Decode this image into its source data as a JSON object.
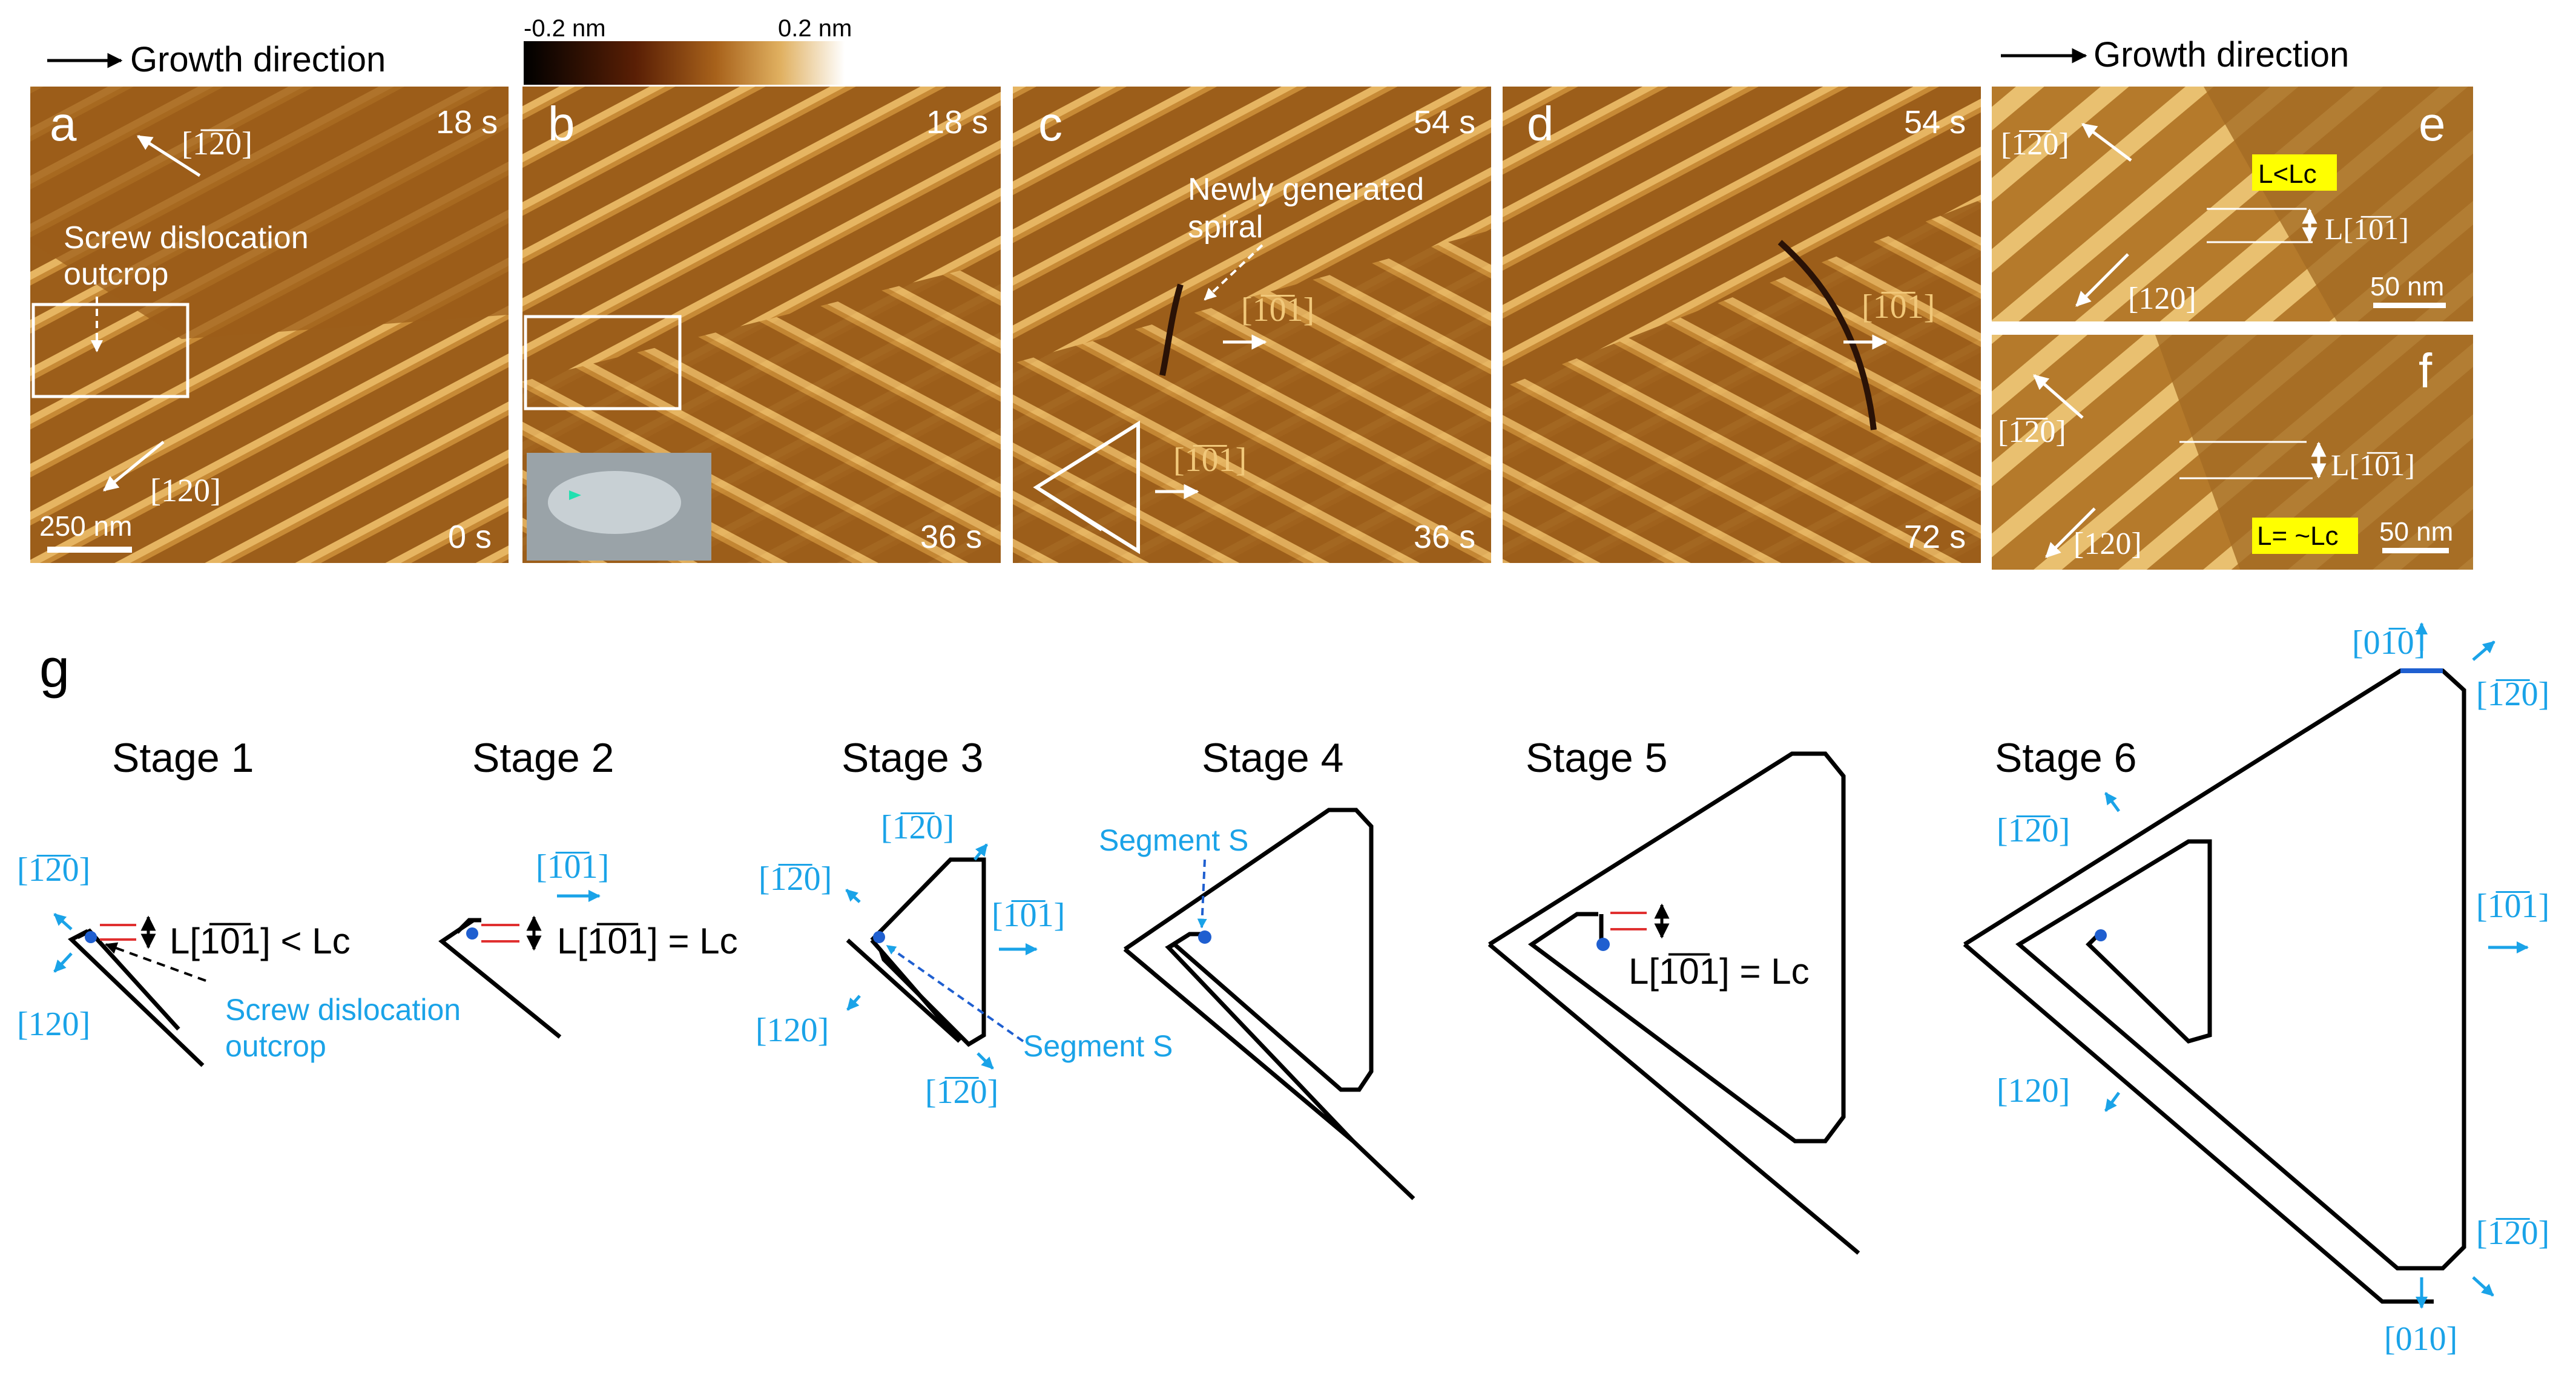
{
  "top": {
    "growth_direction_left": "Growth direction",
    "growth_direction_right": "Growth direction",
    "colorbar_min": "-0.2 nm",
    "colorbar_max": "0.2 nm"
  },
  "panels": {
    "a": {
      "letter": "a",
      "time_top": "18 s",
      "time_bottom": "0 s",
      "dir_top": "[1̅2̅0]",
      "dir_bottom": "[120]",
      "callout": [
        "Screw dislocation",
        "outcrop"
      ],
      "scalebar": "250 nm"
    },
    "b": {
      "letter": "b",
      "time_top": "18 s",
      "time_bottom": "36 s"
    },
    "c": {
      "letter": "c",
      "time_top": "54 s",
      "time_bottom": "36 s",
      "callout": [
        "Newly generated",
        "spiral"
      ],
      "dir_upper": "[1̅0̅1]",
      "dir_lower": "[1̅0̅1]"
    },
    "d": {
      "letter": "d",
      "time_top": "54 s",
      "time_bottom": "72 s",
      "dir": "[1̅0̅1]"
    },
    "e": {
      "letter": "e",
      "tag": "L<Lc",
      "dir_top": "[1̅2̅0]",
      "dir_bottom": "[120]",
      "length_label": "L[1̅0̅1]",
      "scalebar": "50 nm"
    },
    "f": {
      "letter": "f",
      "tag": "L= ~Lc",
      "dir_top": "[1̅2̅0]",
      "dir_bottom": "[120]",
      "length_label": "L[1̅0̅1]",
      "scalebar": "50 nm"
    }
  },
  "schematic": {
    "letter": "g",
    "stages": [
      "Stage 1",
      "Stage 2",
      "Stage 3",
      "Stage 4",
      "Stage 5",
      "Stage 6"
    ],
    "stage1": {
      "dir_top": "[1̅2̅0]",
      "dir_bottom": "[120]",
      "length": "L[1̅0̅1] < Lc",
      "callout": [
        "Screw dislocation",
        "outcrop"
      ]
    },
    "stage2": {
      "dir": "[1̅0̅1]",
      "length": "L[1̅0̅1] = Lc"
    },
    "stage3": {
      "dir_upper": "[1̅2̅0]",
      "dir_left_top": "[1̅2̅0]",
      "dir_right": "[1̅0̅1]",
      "dir_left_bottom": "[120]",
      "dir_bottom": "[1̅2̅0]",
      "segment": "Segment S"
    },
    "stage4": {
      "segment": "Segment S"
    },
    "stage5": {
      "length": "L[1̅0̅1] = Lc"
    },
    "stage6": {
      "dir_top": "[01̅0]",
      "dir_top_right": "[1̅2̅0]",
      "dir_left_top": "[1̅2̅0]",
      "dir_right": "[1̅0̅1]",
      "dir_left_bottom": "[120]",
      "dir_bottom_right": "[1̅2̅0]",
      "dir_bottom": "[010]"
    }
  },
  "colors": {
    "accent": "#1AA3E8",
    "afm_base": "#A0621A",
    "tag_yellow": "#FFFF00",
    "red_line": "#E03030",
    "blue_segment": "#1F5FD0"
  }
}
